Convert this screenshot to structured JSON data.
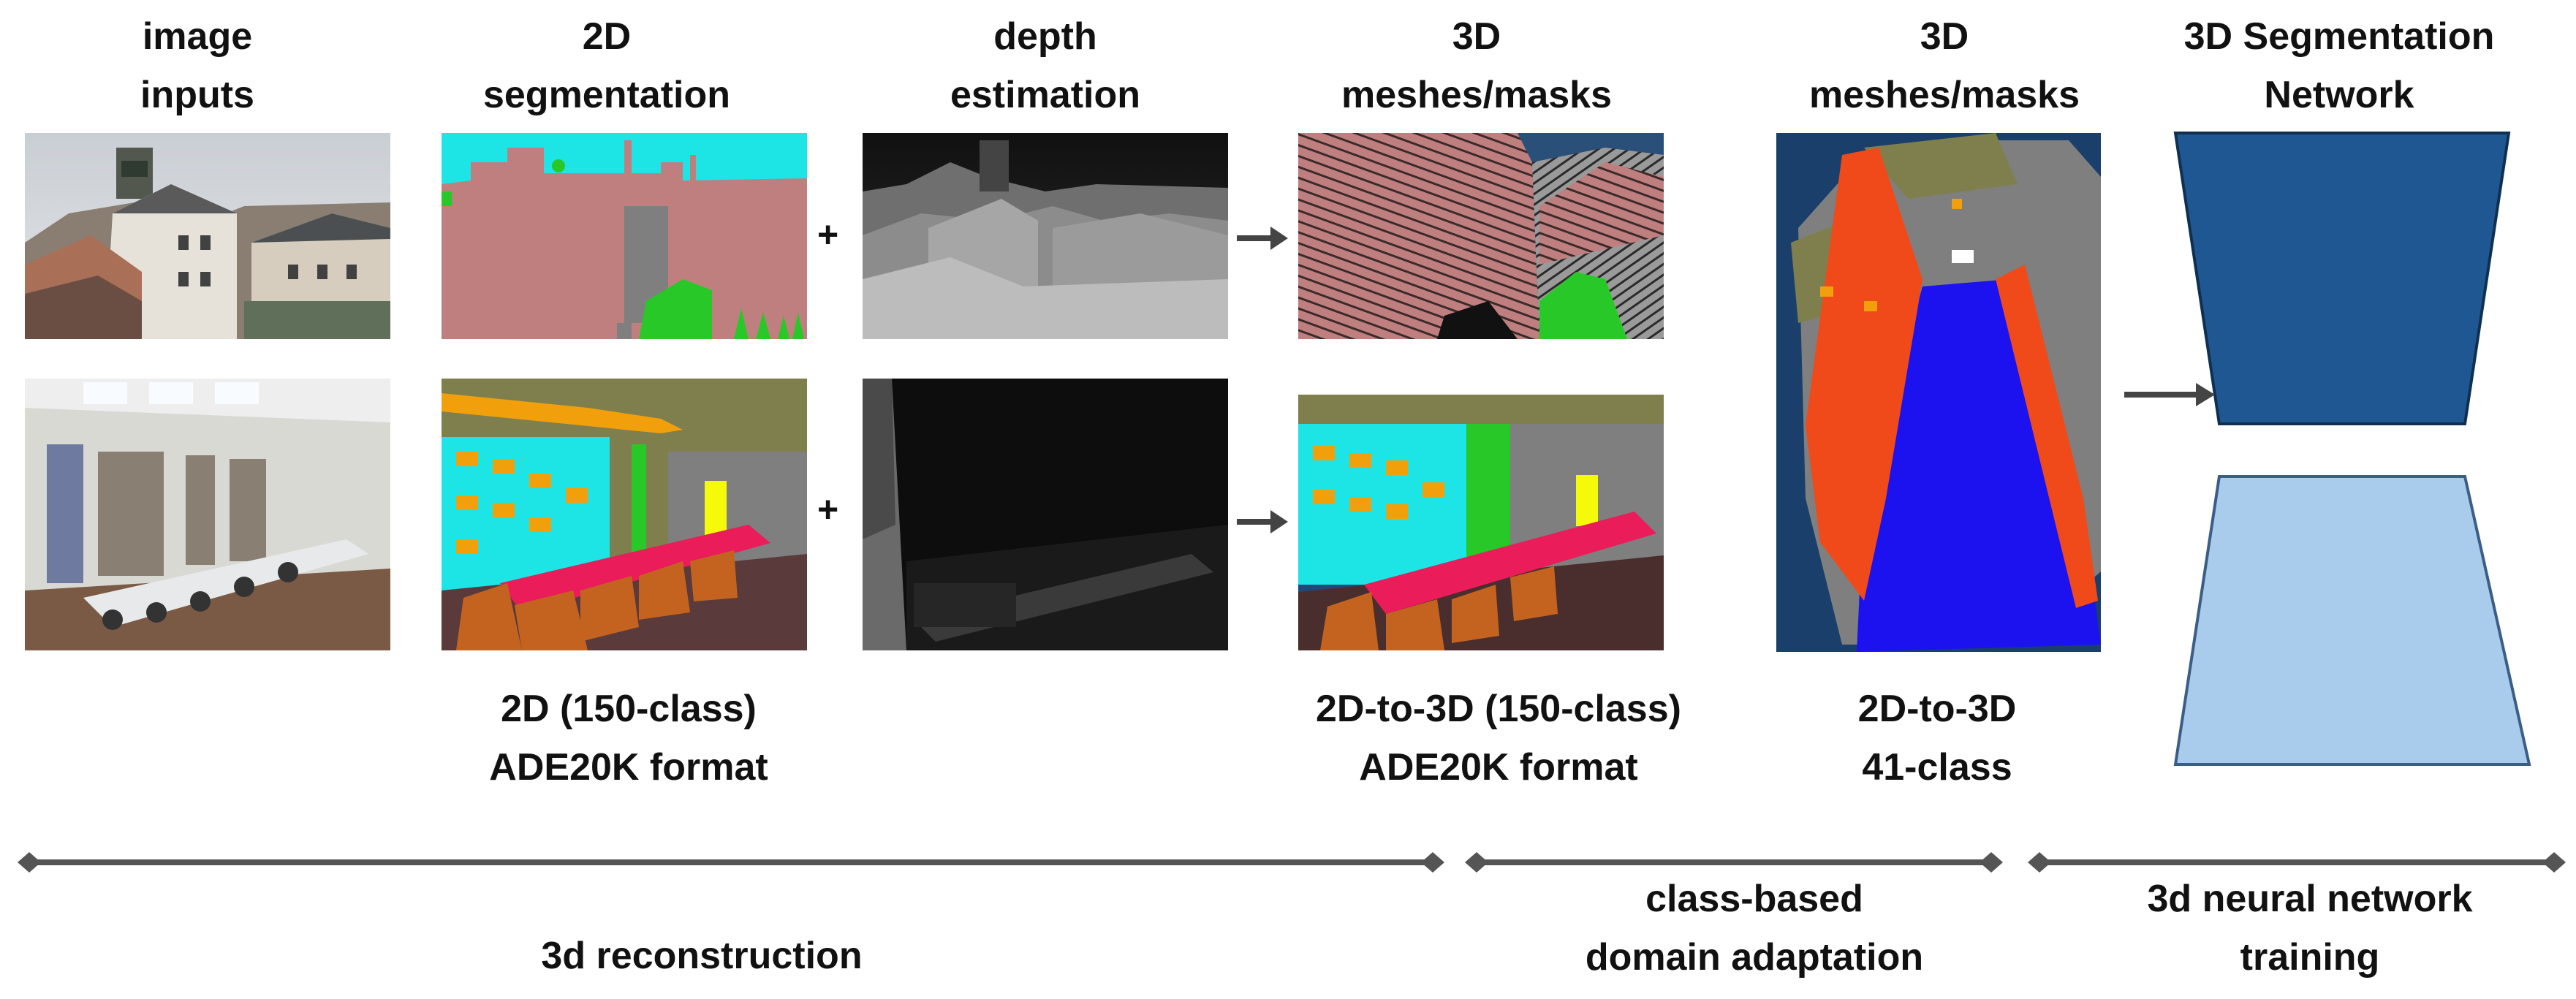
{
  "headers": {
    "image_inputs": [
      "image",
      "inputs"
    ],
    "segmentation_2d": [
      "2D",
      "segmentation"
    ],
    "depth_estimation": [
      "depth",
      "estimation"
    ],
    "meshes_a": [
      "3D",
      "meshes/masks"
    ],
    "meshes_b": [
      "3D",
      "meshes/masks"
    ],
    "network": [
      "3D Segmentation",
      "Network"
    ]
  },
  "plus_sign": "+",
  "captions": {
    "seg_format": [
      "2D (150-class)",
      "ADE20K format"
    ],
    "mesh_format": [
      "2D-to-3D (150-class)",
      "ADE20K format"
    ],
    "adapted_format": [
      "2D-to-3D",
      "41-class"
    ]
  },
  "phases": {
    "reconstruction": [
      "3d reconstruction"
    ],
    "adaptation": [
      "class-based",
      "domain adaptation"
    ],
    "training": [
      "3d neural network",
      "training"
    ]
  },
  "colors": {
    "encoder": "#1f5793",
    "decoder": "#a9cbec",
    "segment_sky": "#1ee5e5",
    "segment_building": "#c07f7f",
    "segment_vegetation": "#28c828",
    "segment_table": "#ea1c5a",
    "segment_chair": "#c4631f",
    "segment_books": "#f29f0c",
    "segment_ceiling": "#7f7f4e",
    "segment_floor": "#1c12ef",
    "segment_wall": "#7f7f7f",
    "segment_lamp": "#f4fa0a",
    "arrow": "#444444"
  }
}
